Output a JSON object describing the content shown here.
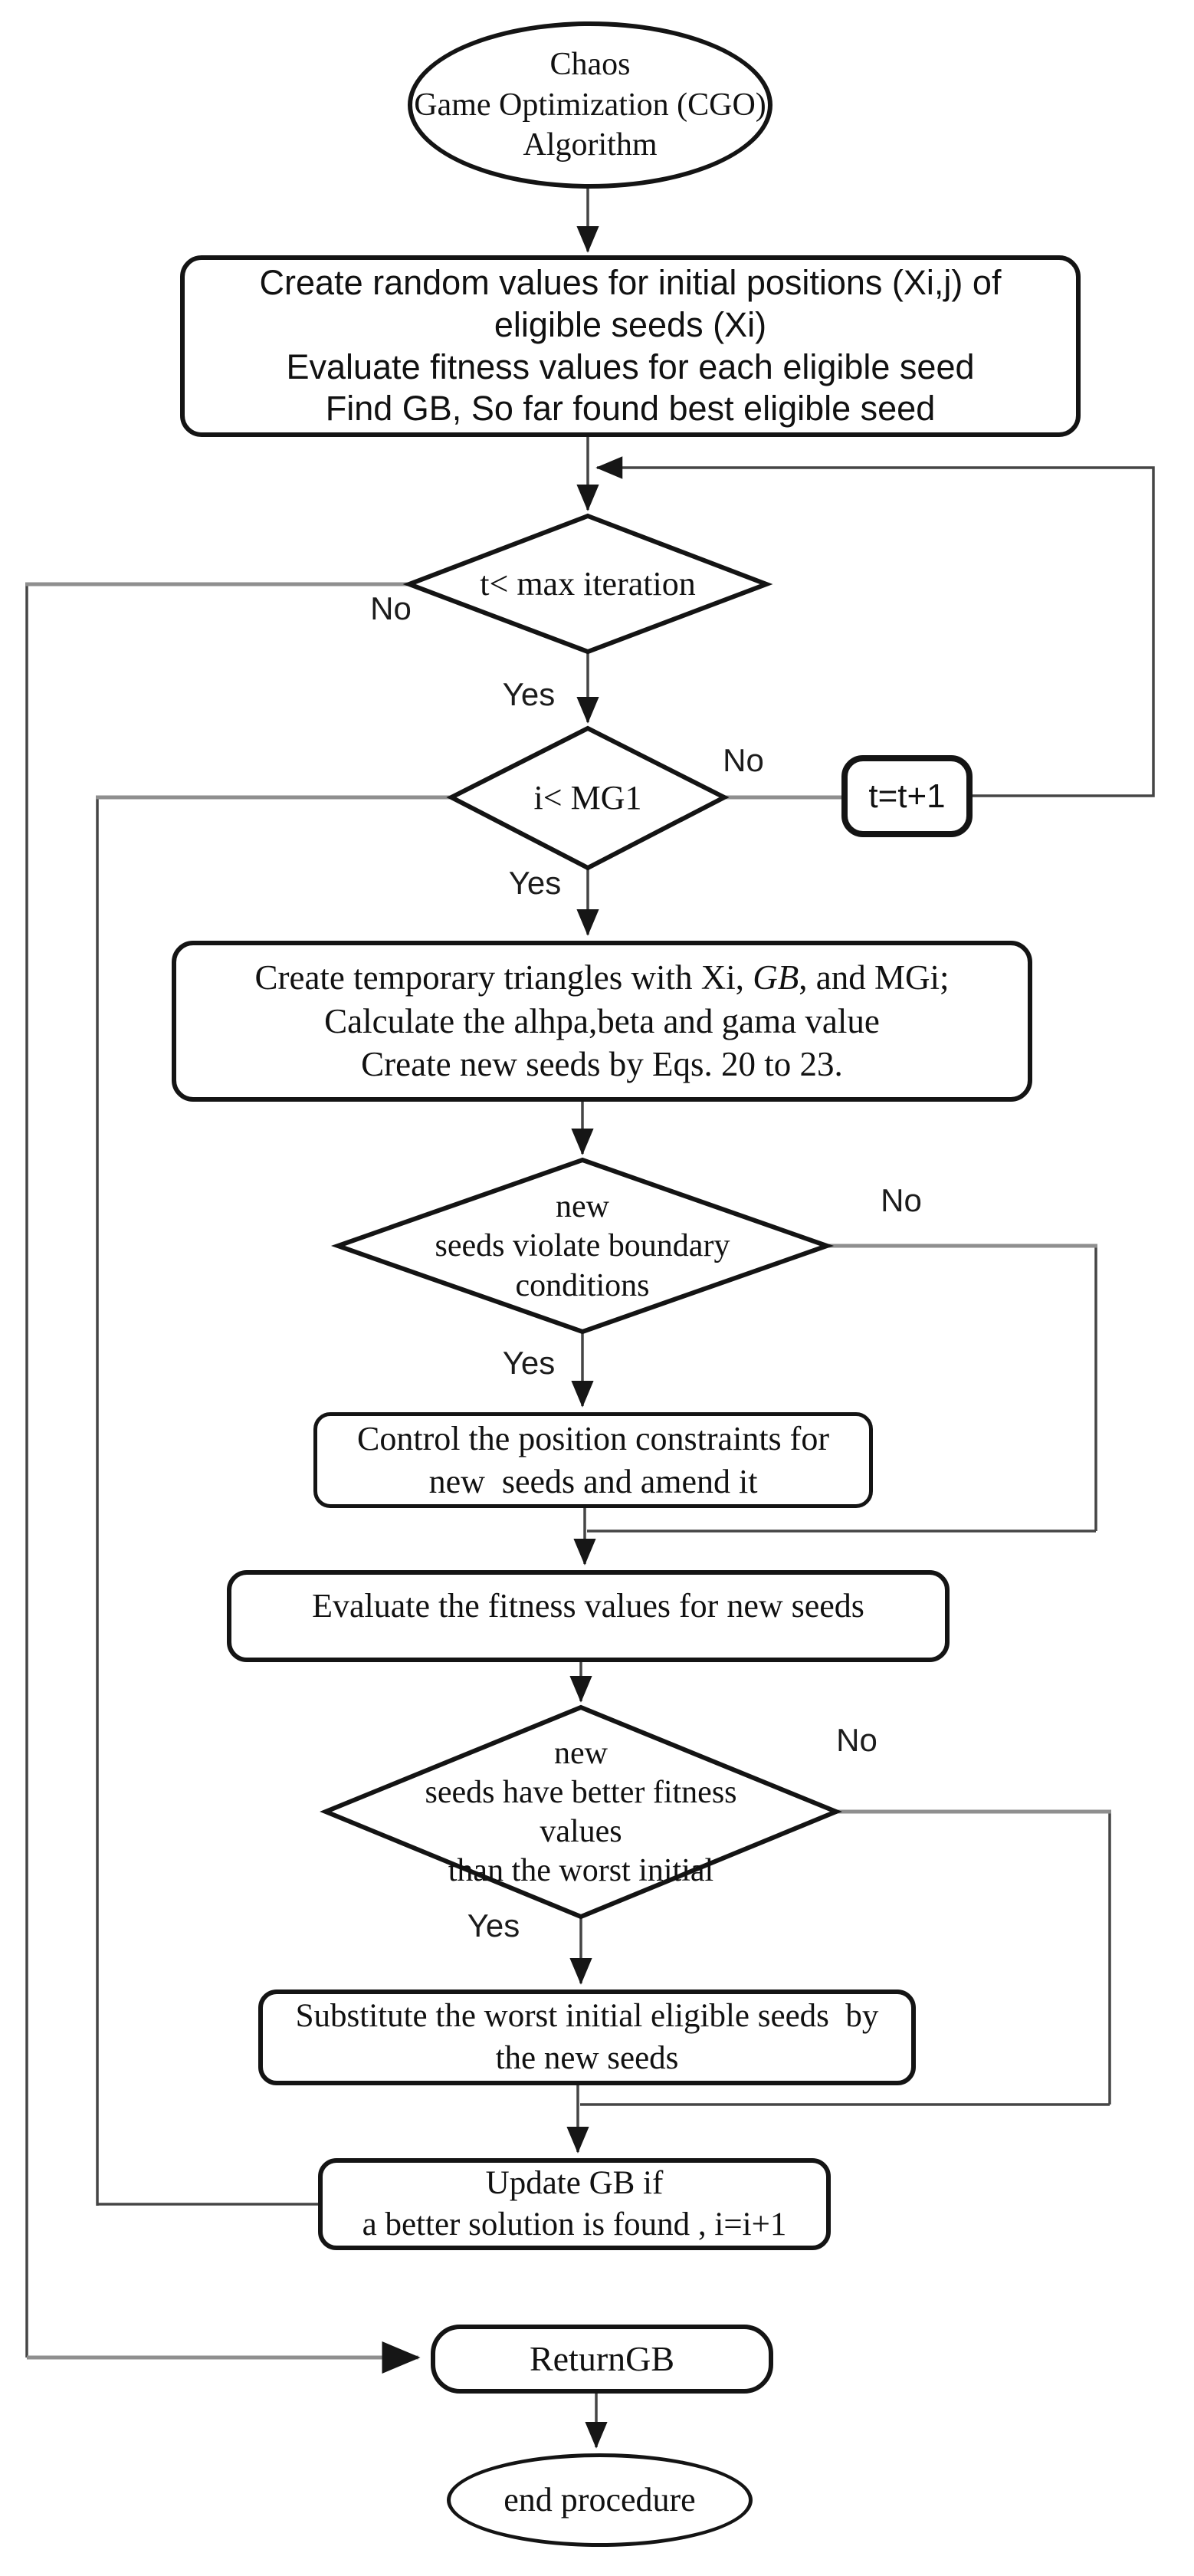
{
  "figure": {
    "type": "flowchart",
    "title": "Chaos Game Optimization (CGO) Algorithm flowchart"
  },
  "colors": {
    "background": "#ffffff",
    "shape_fill": "#ffffff",
    "shape_border": "#141414",
    "connector_dark": "#454545",
    "connector_gray": "#8f8f8f",
    "text": "#111111"
  },
  "nodes": {
    "start": {
      "text": "Chaos\nGame Optimization (CGO)\nAlgorithm"
    },
    "init": {
      "text": "Create random values for initial positions (Xi,j) of\neligible seeds (Xi)\nEvaluate fitness values for each eligible seed\nFind GB, So far found best eligible seed"
    },
    "iter": {
      "text": "t< max iteration"
    },
    "mg1": {
      "text": "i< MG1"
    },
    "tinc": {
      "text": "t=t+1"
    },
    "triangles": {
      "line1_pre": "Create temporary triangles with Xi, ",
      "line1_italic": "GB",
      "line1_post": ", and MGi;",
      "rest": "Calculate the alhpa,beta and gama value\nCreate new seeds by Eqs. 20 to 23."
    },
    "boundary": {
      "text": "new\nseeds violate boundary\nconditions"
    },
    "control": {
      "text": "Control the position constraints for\nnew  seeds and amend it"
    },
    "evaluate": {
      "text": "Evaluate the fitness values for new seeds"
    },
    "fitness": {
      "text": "new\nseeds have better fitness values\nthan the worst initial"
    },
    "substitute": {
      "text": "Substitute the worst initial eligible seeds  by\nthe new seeds"
    },
    "update": {
      "text": "Update GB if\na better solution is found , i=i+1"
    },
    "return": {
      "text": "ReturnGB"
    },
    "end": {
      "text": "end procedure"
    }
  },
  "labels": {
    "iter_no": "No",
    "iter_yes": "Yes",
    "mg1_no": "No",
    "mg1_yes": "Yes",
    "boundary_no": "No",
    "boundary_yes": "Yes",
    "fitness_no": "No",
    "fitness_yes": "Yes"
  }
}
